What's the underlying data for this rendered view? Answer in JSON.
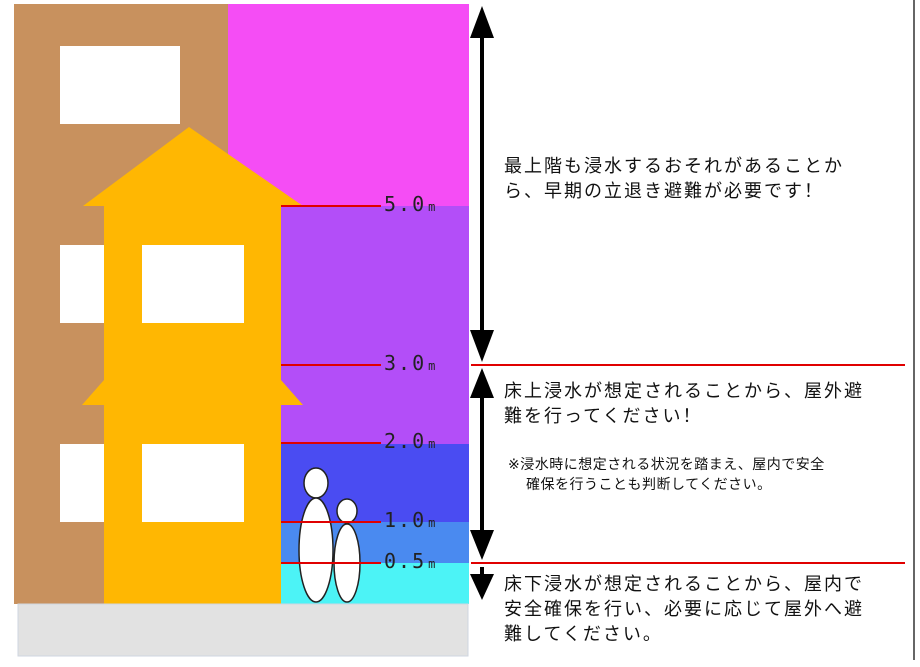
{
  "colors": {
    "building_brown": "#c8915e",
    "arrow_yellow": "#ffb702",
    "window_white": "#ffffff",
    "zone_magenta": "#f54df5",
    "zone_purple": "#b34ef8",
    "zone_blue": "#4a4cf2",
    "zone_lightblue": "#4a8af0",
    "zone_cyan": "#4cf3f6",
    "ground": "#e2e2e2",
    "red_line": "#e00000",
    "arrow_black": "#000000"
  },
  "levels": [
    {
      "value": "5.0",
      "unit": "m"
    },
    {
      "value": "3.0",
      "unit": "m"
    },
    {
      "value": "2.0",
      "unit": "m"
    },
    {
      "value": "1.0",
      "unit": "m"
    },
    {
      "value": "0.5",
      "unit": "m"
    }
  ],
  "messages": {
    "top_line1": "最上階も浸水するおそれがあることか",
    "top_line2": "ら、早期の立退き避難が必要です！",
    "mid_line1": "床上浸水が想定されることから、屋外避",
    "mid_line2": "難を行ってください！",
    "note_line1": "※浸水時に想定される状況を踏まえ、屋内で安全",
    "note_line2": "確保を行うことも判断してください。",
    "low_line1": "床下浸水が想定されることから、屋内で",
    "low_line2": "安全確保を行い、必要に応じて屋外へ避",
    "low_line3": "難してください。"
  }
}
